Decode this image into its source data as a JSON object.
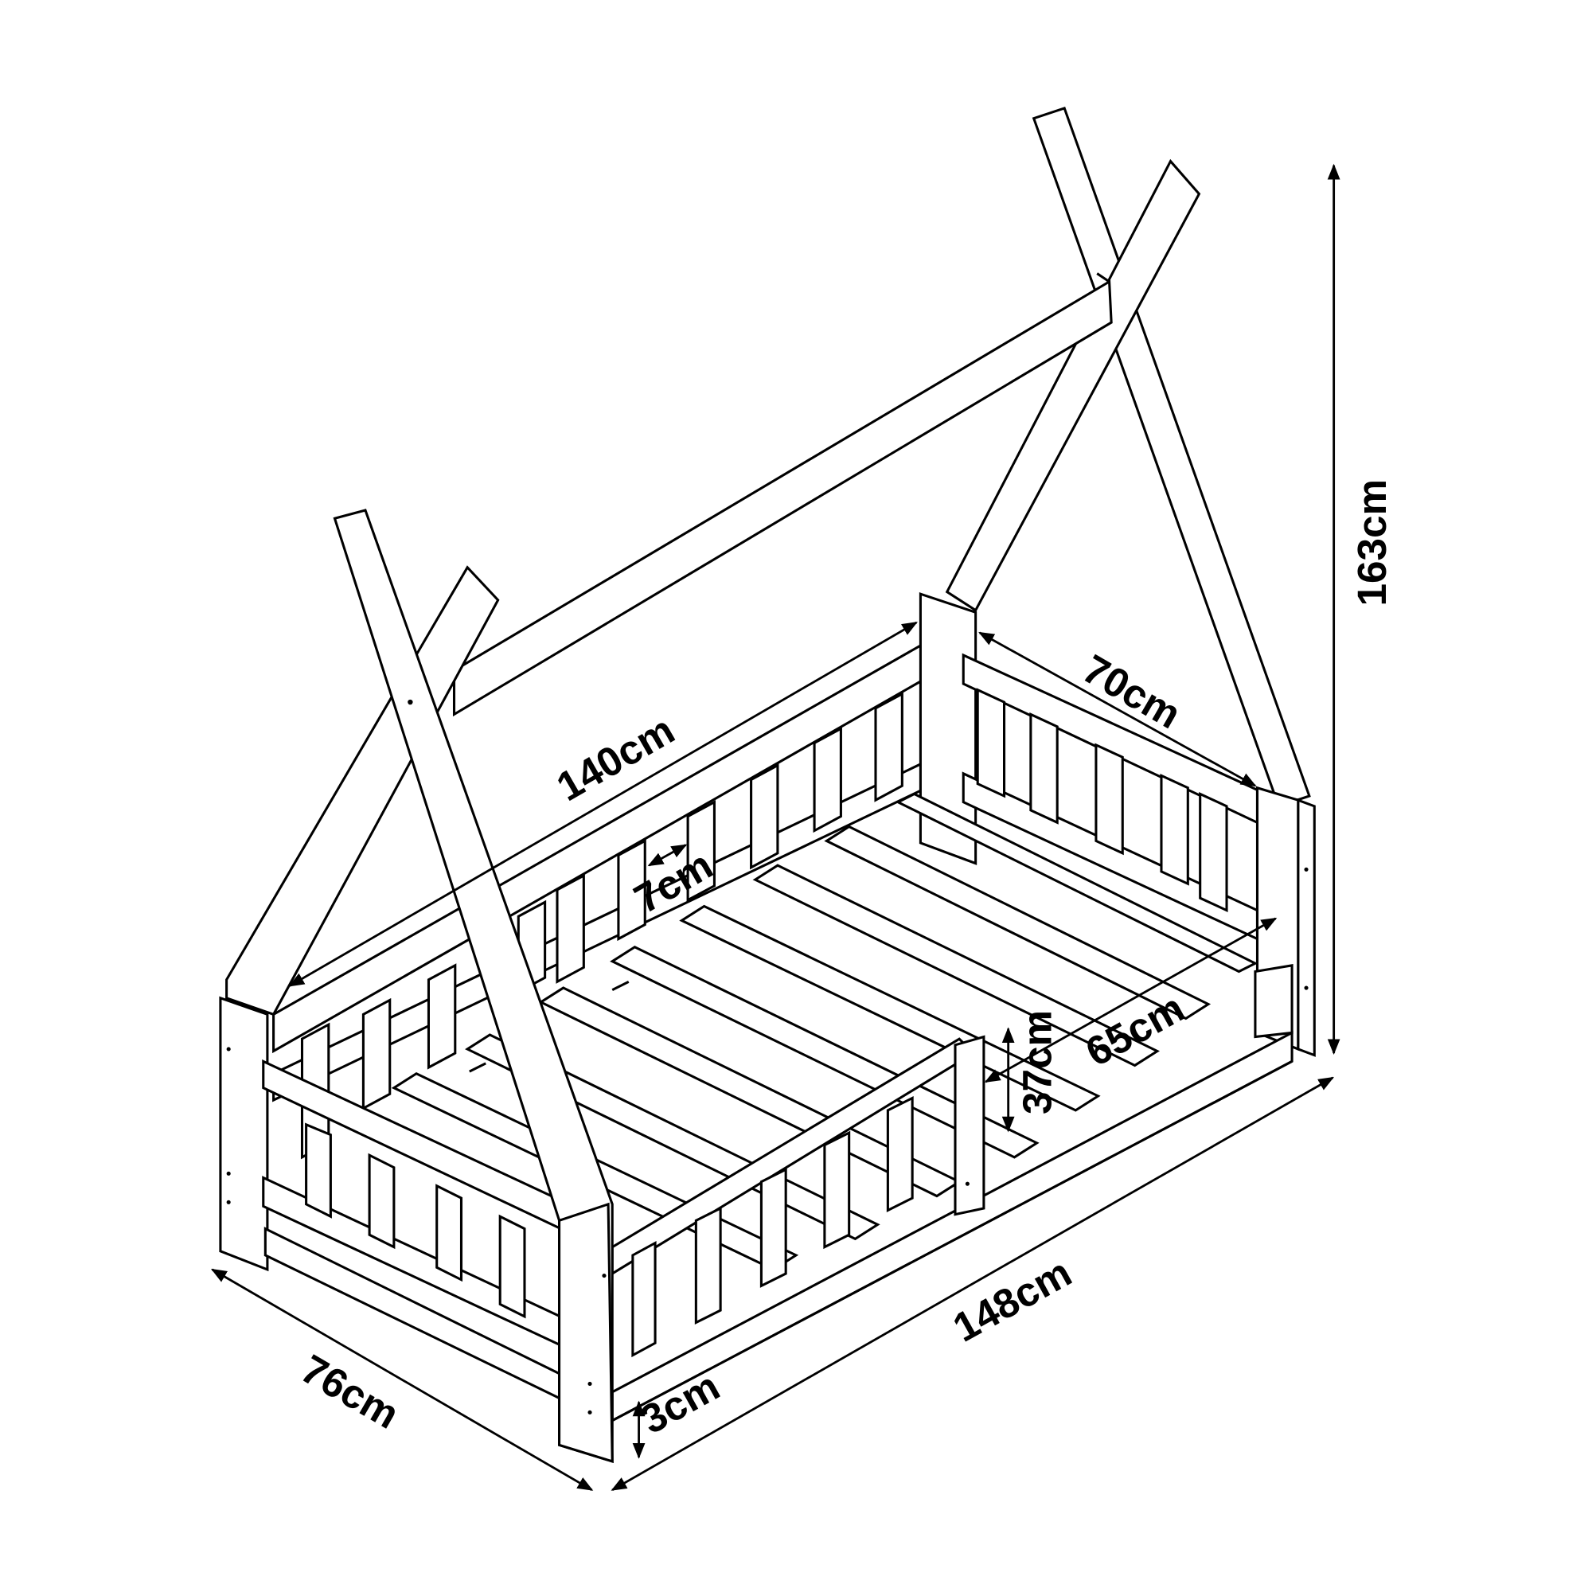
{
  "diagram": {
    "subject": "Teepee house bed frame dimension drawing",
    "line_color": "#000000",
    "background": "#ffffff",
    "dimensions": {
      "total_height": "163cm",
      "total_length": "148cm",
      "total_width": "76cm",
      "inner_length": "140cm",
      "headboard_width": "70cm",
      "slat_spacing": "7cm",
      "slat_length": "65cm",
      "rail_height": "37cm",
      "floor_clearance": "3cm"
    }
  }
}
